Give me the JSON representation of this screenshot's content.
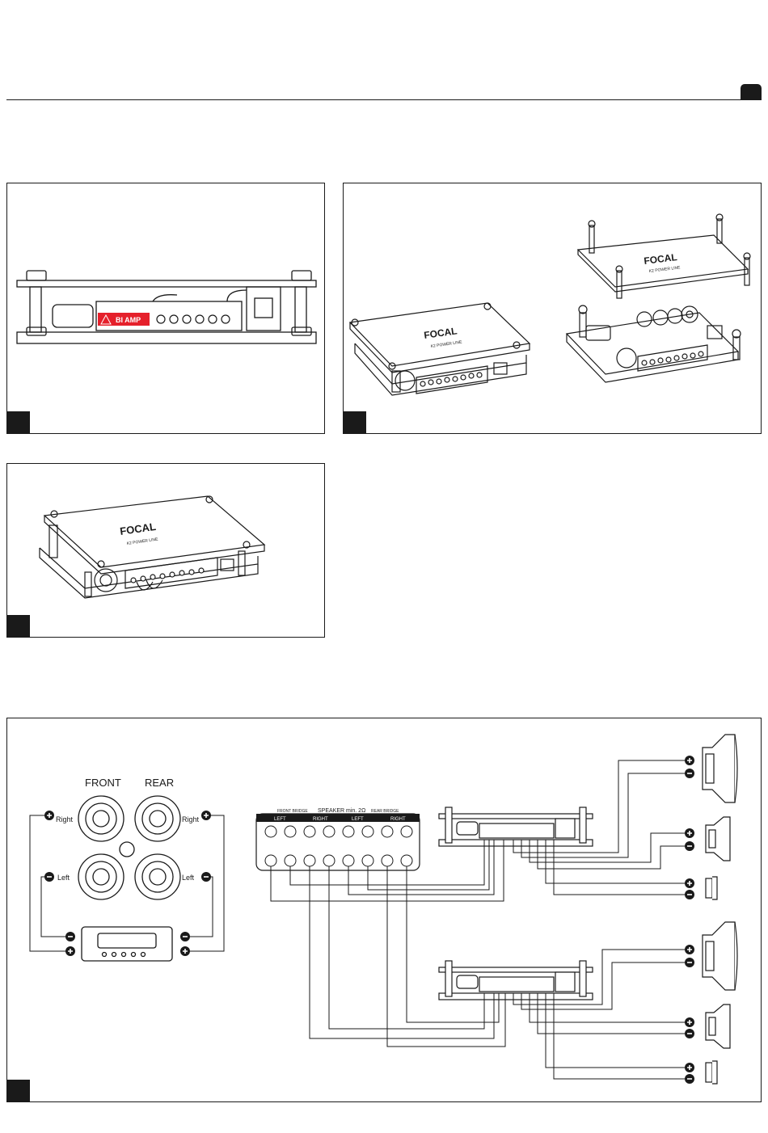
{
  "header": {
    "page_tab": ""
  },
  "fig1": {
    "label_biamp": "BI AMP"
  },
  "fig2": {
    "brand": "FOCAL",
    "sub": "K2 POWER LINE"
  },
  "fig3": {
    "brand": "FOCAL",
    "sub": "K2 POWER LINE"
  },
  "fig4": {
    "front": "FRONT",
    "rear": "REAR",
    "right_left_side": "Right",
    "right_right_side": "Right",
    "left_left_side": "Left",
    "left_right_side": "Left",
    "speaker_title": "SPEAKER min. 2Ω",
    "front_bridge": "FRONT BRIDGE",
    "rear_bridge": "REAR BRIDGE",
    "term_labels": [
      "LEFT",
      "RIGHT",
      "LEFT",
      "RIGHT"
    ]
  }
}
